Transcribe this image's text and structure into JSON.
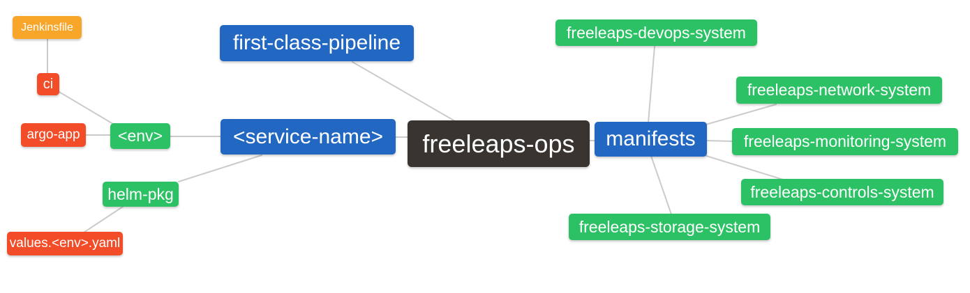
{
  "palette": {
    "root": "#393430",
    "branch_primary": "#2267c2",
    "branch_secondary": "#2bc164",
    "leaf_alert": "#f24c28",
    "leaf_warning": "#f7a62a",
    "edge": "#cbcbcb",
    "text": "#ffffff",
    "canvas": "#ffffff"
  },
  "nodes": [
    {
      "id": "freeleaps-ops",
      "label": "freeleaps-ops",
      "level": "root",
      "color_role": "root"
    },
    {
      "id": "first-class-pipeline",
      "label": "first-class-pipeline",
      "level": "branch",
      "color_role": "branch_primary"
    },
    {
      "id": "service-name",
      "label": "<service-name>",
      "level": "branch",
      "color_role": "branch_primary"
    },
    {
      "id": "manifests",
      "label": "manifests",
      "level": "branch",
      "color_role": "branch_primary"
    },
    {
      "id": "env",
      "label": "<env>",
      "level": "sub",
      "color_role": "branch_secondary"
    },
    {
      "id": "helm-pkg",
      "label": "helm-pkg",
      "level": "sub",
      "color_role": "branch_secondary"
    },
    {
      "id": "argo-app",
      "label": "argo-app",
      "level": "leaf",
      "color_role": "leaf_alert"
    },
    {
      "id": "ci",
      "label": "ci",
      "level": "leaf",
      "color_role": "leaf_alert"
    },
    {
      "id": "jenkinsfile",
      "label": "Jenkinsfile",
      "level": "leaf",
      "color_role": "leaf_warning"
    },
    {
      "id": "values-env-yaml",
      "label": "values.<env>.yaml",
      "level": "leaf",
      "color_role": "leaf_alert"
    },
    {
      "id": "freeleaps-devops-system",
      "label": "freeleaps-devops-system",
      "level": "sub",
      "color_role": "branch_secondary"
    },
    {
      "id": "freeleaps-network-system",
      "label": "freeleaps-network-system",
      "level": "sub",
      "color_role": "branch_secondary"
    },
    {
      "id": "freeleaps-monitoring-system",
      "label": "freeleaps-monitoring-system",
      "level": "sub",
      "color_role": "branch_secondary"
    },
    {
      "id": "freeleaps-controls-system",
      "label": "freeleaps-controls-system",
      "level": "sub",
      "color_role": "branch_secondary"
    },
    {
      "id": "freeleaps-storage-system",
      "label": "freeleaps-storage-system",
      "level": "sub",
      "color_role": "branch_secondary"
    }
  ],
  "edges": [
    {
      "from": "jenkinsfile",
      "to": "ci"
    },
    {
      "from": "ci",
      "to": "env"
    },
    {
      "from": "argo-app",
      "to": "env"
    },
    {
      "from": "env",
      "to": "service-name"
    },
    {
      "from": "helm-pkg",
      "to": "service-name"
    },
    {
      "from": "values-env-yaml",
      "to": "helm-pkg"
    },
    {
      "from": "first-class-pipeline",
      "to": "freeleaps-ops"
    },
    {
      "from": "service-name",
      "to": "freeleaps-ops"
    },
    {
      "from": "freeleaps-ops",
      "to": "manifests"
    },
    {
      "from": "manifests",
      "to": "freeleaps-devops-system"
    },
    {
      "from": "manifests",
      "to": "freeleaps-network-system"
    },
    {
      "from": "manifests",
      "to": "freeleaps-monitoring-system"
    },
    {
      "from": "manifests",
      "to": "freeleaps-controls-system"
    },
    {
      "from": "manifests",
      "to": "freeleaps-storage-system"
    }
  ]
}
